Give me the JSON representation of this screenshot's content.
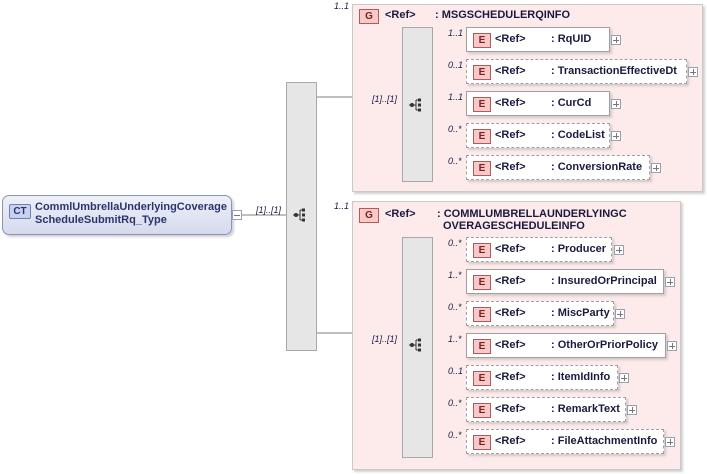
{
  "complex_type": {
    "badge": "CT",
    "name": "CommlUmbrellaUnderlyingCoverageScheduleSubmitRq_Type"
  },
  "root_sequence": {
    "occurrence": "[1]..[1]"
  },
  "groups": [
    {
      "badge": "G",
      "ref": "<Ref>",
      "name": ": MSGSCHEDULERQINFO",
      "occurrence": "1..1",
      "sequence_occurrence": "[1]..[1]",
      "elements": [
        {
          "badge": "E",
          "ref": "<Ref>",
          "name": ": RqUID",
          "occurrence": "1..1",
          "optional": false
        },
        {
          "badge": "E",
          "ref": "<Ref>",
          "name": ": TransactionEffectiveDt",
          "occurrence": "0..1",
          "optional": true
        },
        {
          "badge": "E",
          "ref": "<Ref>",
          "name": ": CurCd",
          "occurrence": "1..1",
          "optional": false
        },
        {
          "badge": "E",
          "ref": "<Ref>",
          "name": ": CodeList",
          "occurrence": "0..*",
          "optional": true
        },
        {
          "badge": "E",
          "ref": "<Ref>",
          "name": ": ConversionRate",
          "occurrence": "0..*",
          "optional": true
        }
      ]
    },
    {
      "badge": "G",
      "ref": "<Ref>",
      "name_line1": ": COMMLUMBRELLAUNDERLYINGC",
      "name_line2": "OVERAGESCHEDULEINFO",
      "occurrence": "1..1",
      "sequence_occurrence": "[1]..[1]",
      "elements": [
        {
          "badge": "E",
          "ref": "<Ref>",
          "name": ": Producer",
          "occurrence": "0..*",
          "optional": true
        },
        {
          "badge": "E",
          "ref": "<Ref>",
          "name": ": InsuredOrPrincipal",
          "occurrence": "1..*",
          "optional": false
        },
        {
          "badge": "E",
          "ref": "<Ref>",
          "name": ": MiscParty",
          "occurrence": "0..*",
          "optional": true
        },
        {
          "badge": "E",
          "ref": "<Ref>",
          "name": ": OtherOrPriorPolicy",
          "occurrence": "1..*",
          "optional": false
        },
        {
          "badge": "E",
          "ref": "<Ref>",
          "name": ": ItemIdInfo",
          "occurrence": "0..1",
          "optional": true
        },
        {
          "badge": "E",
          "ref": "<Ref>",
          "name": ": RemarkText",
          "occurrence": "0..*",
          "optional": true
        },
        {
          "badge": "E",
          "ref": "<Ref>",
          "name": ": FileAttachmentInfo",
          "occurrence": "0..*",
          "optional": true
        }
      ]
    }
  ]
}
